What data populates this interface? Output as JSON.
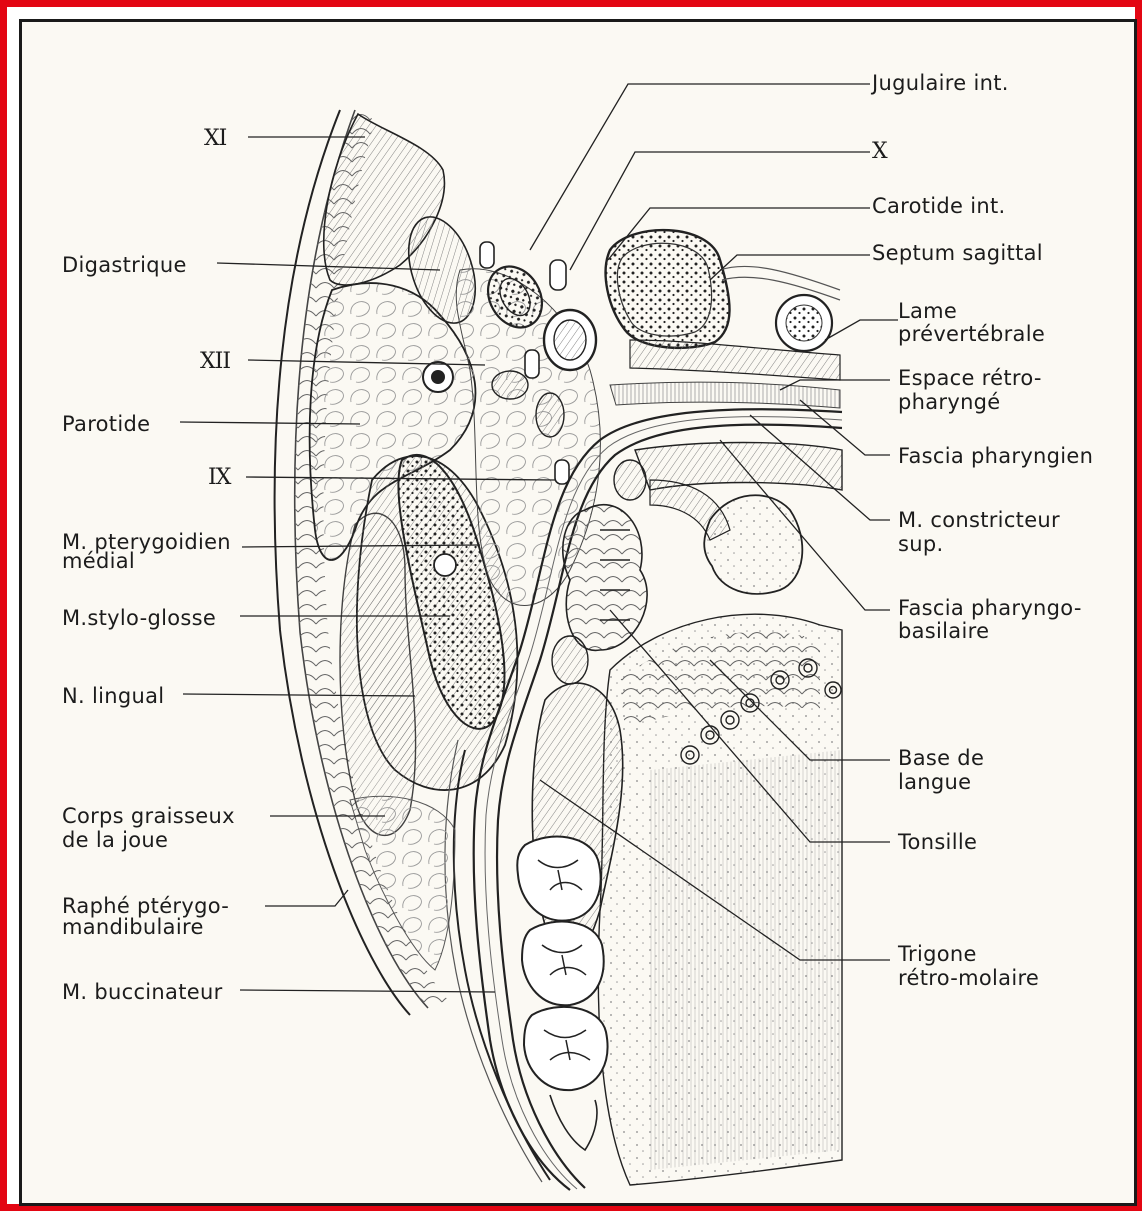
{
  "figure": {
    "frame_color": "#e30613",
    "paper_color": "#fbf9f3",
    "ink_color": "#1c1c1c"
  },
  "labels_left": {
    "xi": "XI",
    "digastrique": "Digastrique",
    "xii": "XII",
    "parotide": "Parotide",
    "ix": "IX",
    "pterygoidien_l1": "M. pterygoidien",
    "pterygoidien_l2": "médial",
    "stylo_glosse": "M.stylo-glosse",
    "lingual": "N. lingual",
    "corps_l1": "Corps graisseux",
    "corps_l2": "de la joue",
    "raphe_l1": "Raphé ptérygo-",
    "raphe_l2": "mandibulaire",
    "buccinateur": "M. buccinateur"
  },
  "labels_right": {
    "jugulaire": "Jugulaire int.",
    "x": "X",
    "carotide": "Carotide int.",
    "septum": "Septum sagittal",
    "lame_l1": "Lame",
    "lame_l2": "prévertébrale",
    "espace_l1": "Espace rétro-",
    "espace_l2": "pharyngé",
    "fascia_ph": "Fascia pharyngien",
    "constricteur_l1": "M. constricteur",
    "constricteur_l2": "sup.",
    "pharyngo_l1": "Fascia pharyngo-",
    "pharyngo_l2": "basilaire",
    "base_l1": "Base de",
    "base_l2": "langue",
    "tonsille": "Tonsille",
    "trigone_l1": "Trigone",
    "trigone_l2": "rétro-molaire"
  }
}
